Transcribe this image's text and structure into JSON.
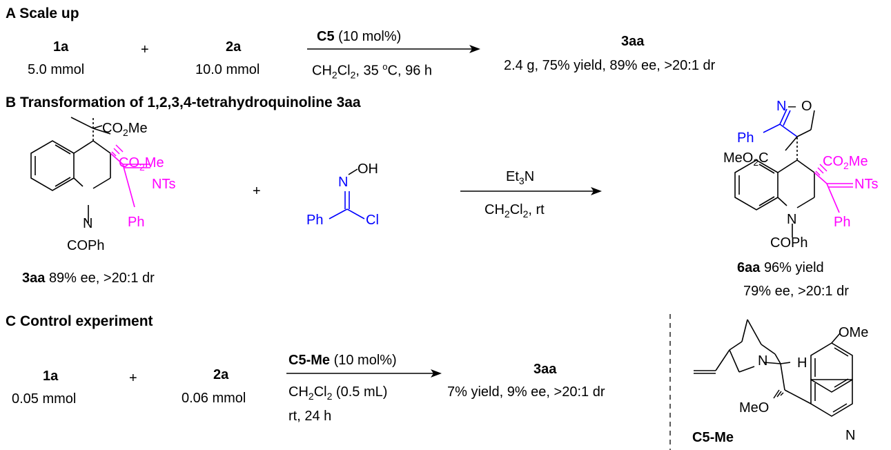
{
  "sectionA": {
    "header": "A  Scale up",
    "r1_name": "1a",
    "r1_amount": "5.0 mmol",
    "plus": "+",
    "r2_name": "2a",
    "r2_amount": "10.0 mmol",
    "catalyst": "C5",
    "catalyst_load": "(10 mol%)",
    "cond_pre": "CH",
    "cond_sub1": "2",
    "cond_mid": "Cl",
    "cond_sub2": "2",
    "cond_post": ", 35 ",
    "cond_sup": "o",
    "cond_tail": "C, 96 h",
    "product_name": "3aa",
    "product_result": "2.4 g, 75% yield, 89% ee, >20:1 dr"
  },
  "sectionB": {
    "header": "B  Transformation of 1,2,3,4-tetrahydroquinoline 3aa",
    "substrate_label": "3aa",
    "substrate_result": "89% ee, >20:1 dr",
    "plus": "+",
    "reagent_top": "Et",
    "reagent_sub": "3",
    "reagent_tail": "N",
    "cond_pre": "CH",
    "cond_sub1": "2",
    "cond_mid": "Cl",
    "cond_sub2": "2",
    "cond_tail": ", rt",
    "product_label": "6aa",
    "product_yield": "96% yield",
    "product_ee": "79% ee, >20:1 dr",
    "atoms": {
      "co2me": "CO",
      "sub2": "2",
      "me": "Me",
      "nts": "NTs",
      "ph": "Ph",
      "n": "N",
      "coph": "COPh",
      "oh": "OH",
      "cl": "Cl",
      "o": "O",
      "meo2c_a": "MeO",
      "meo2c_c": "C"
    }
  },
  "sectionC": {
    "header": "C  Control experiment",
    "r1_name": "1a",
    "r1_amount": "0.05 mmol",
    "plus": "+",
    "r2_name": "2a",
    "r2_amount": "0.06 mmol",
    "catalyst": "C5-Me",
    "catalyst_load": "(10 mol%)",
    "cond_pre": "CH",
    "cond_sub1": "2",
    "cond_mid": "Cl",
    "cond_sub2": "2",
    "cond_tail": " (0.5 mL)",
    "cond2": "rt, 24 h",
    "product_name": "3aa",
    "product_result": "7% yield, 9% ee, >20:1 dr",
    "catalyst_label": "C5-Me",
    "atoms": {
      "ome": "OMe",
      "h": "H",
      "meo": "MeO",
      "n": "N"
    }
  },
  "colors": {
    "magenta": "#ff00ff",
    "blue": "#0000ff",
    "black": "#000000"
  }
}
